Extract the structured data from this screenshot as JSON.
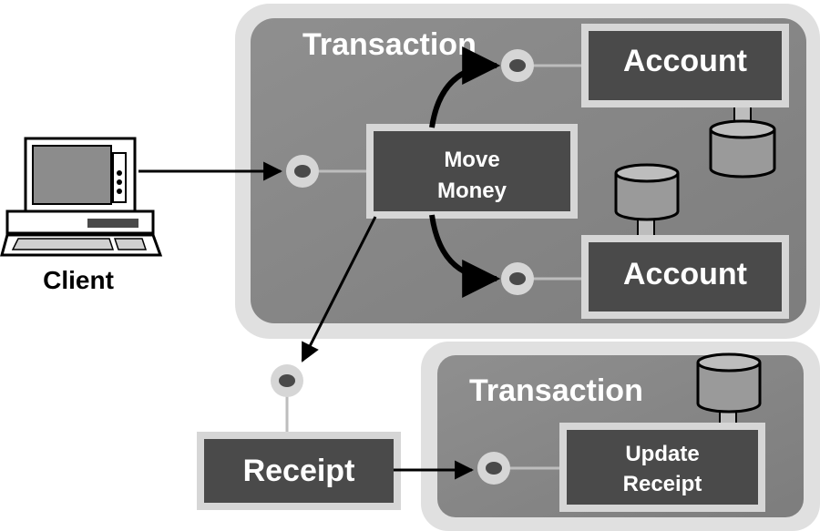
{
  "client": {
    "label": "Client"
  },
  "transaction_main": {
    "label": "Transaction"
  },
  "transaction_receipt": {
    "label": "Transaction"
  },
  "move_money": {
    "line1": "Move",
    "line2": "Money"
  },
  "account_top": {
    "label": "Account"
  },
  "account_bottom": {
    "label": "Account"
  },
  "receipt": {
    "label": "Receipt"
  },
  "update_receipt": {
    "line1": "Update",
    "line2": "Receipt"
  },
  "colors": {
    "outer_frame": "#e0e0e0",
    "panel": "#8a8a8a",
    "box_fill": "#4a4a4a",
    "box_border": "#d6d6d6",
    "text_dark_box": "#ffffff",
    "text_panel": "#ffffff",
    "connector_dot": "#4a4a4a",
    "arrow": "#000000"
  }
}
